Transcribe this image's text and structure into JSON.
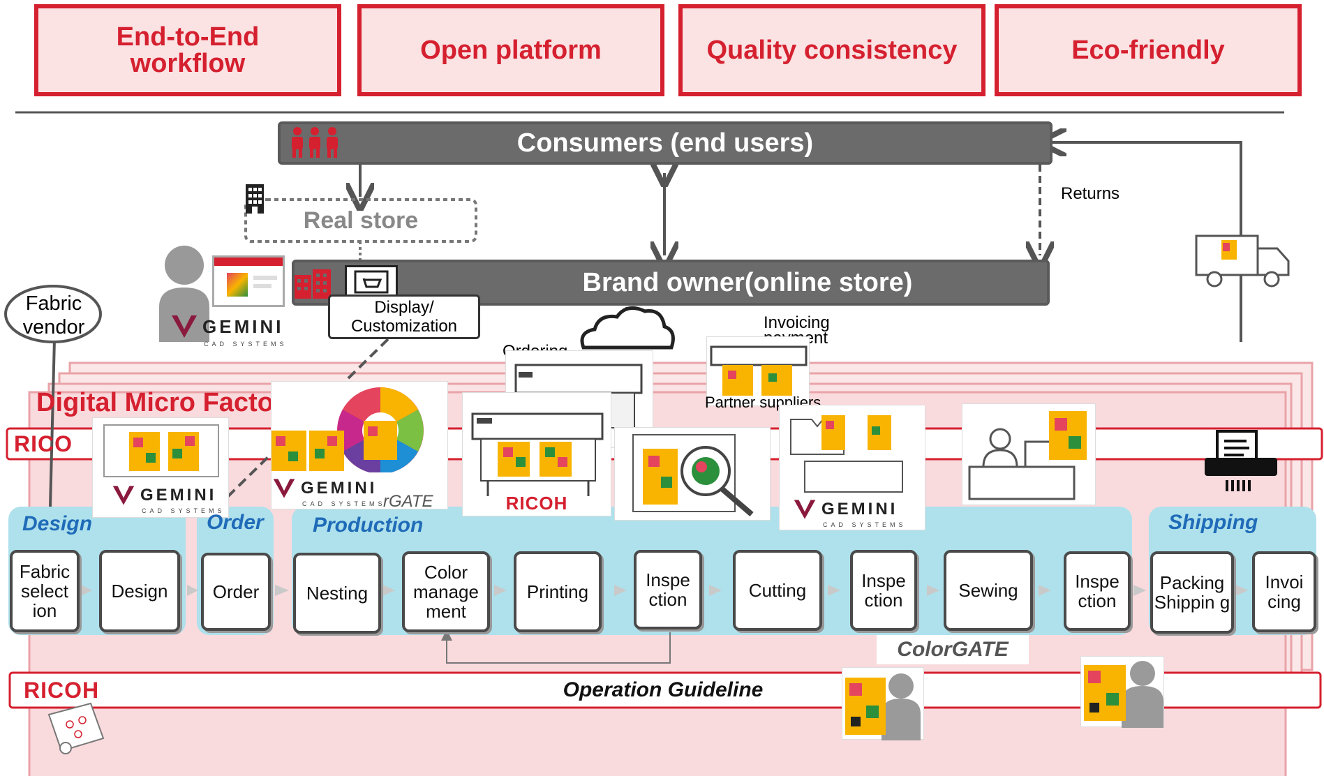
{
  "top_boxes": [
    "End-to-End workflow",
    "Open platform",
    "Quality consistency",
    "Eco-friendly"
  ],
  "consumers": "Consumers (end users)",
  "real_store": "Real store",
  "brand_owner": "Brand owner(online store)",
  "display_customization": "Display/ Customization",
  "returns": "Returns",
  "fabric_vendor": "Fabric vendor",
  "invoicing_payment": "Invoicing payment",
  "ordering": "Ordering",
  "partner_suppliers": "Partner suppliers",
  "digital_micro_factory": "Digital Micro Factory",
  "ricoh_banner_1": "RICO",
  "ricoh_banner_2": "RICOH",
  "operation_guideline": "Operation Guideline",
  "gemini_brand": "GEMINI",
  "gemini_sub": "CAD SYSTEMS",
  "colorgate_partial": "rGATE",
  "colorgate_logo": "ColorGATE",
  "ricoh_printer_label": "RICOH",
  "stages": {
    "design": "Design",
    "order": "Order",
    "production": "Production",
    "shipping": "Shipping"
  },
  "steps": [
    "Fabric select ion",
    "Design",
    "Order",
    "Nesting",
    "Color manage ment",
    "Printing",
    "Inspe ction",
    "Cutting",
    "Inspe ction",
    "Sewing",
    "Inspe ction",
    "Packing Shippin g",
    "Invoi cing"
  ],
  "colors": {
    "ricoh_red": "#d5202f",
    "bar_gray": "#6b6b6b",
    "stage_blue": "#aee1ec",
    "stage_title": "#1f6bb8",
    "factory_pink": "#f7d9db"
  },
  "icons": [
    "people-icon",
    "building-icon",
    "office-icon",
    "cart-icon",
    "cloud-icon",
    "truck-icon",
    "invoice-printer-icon",
    "person-icon",
    "fabric-roll-icon"
  ]
}
